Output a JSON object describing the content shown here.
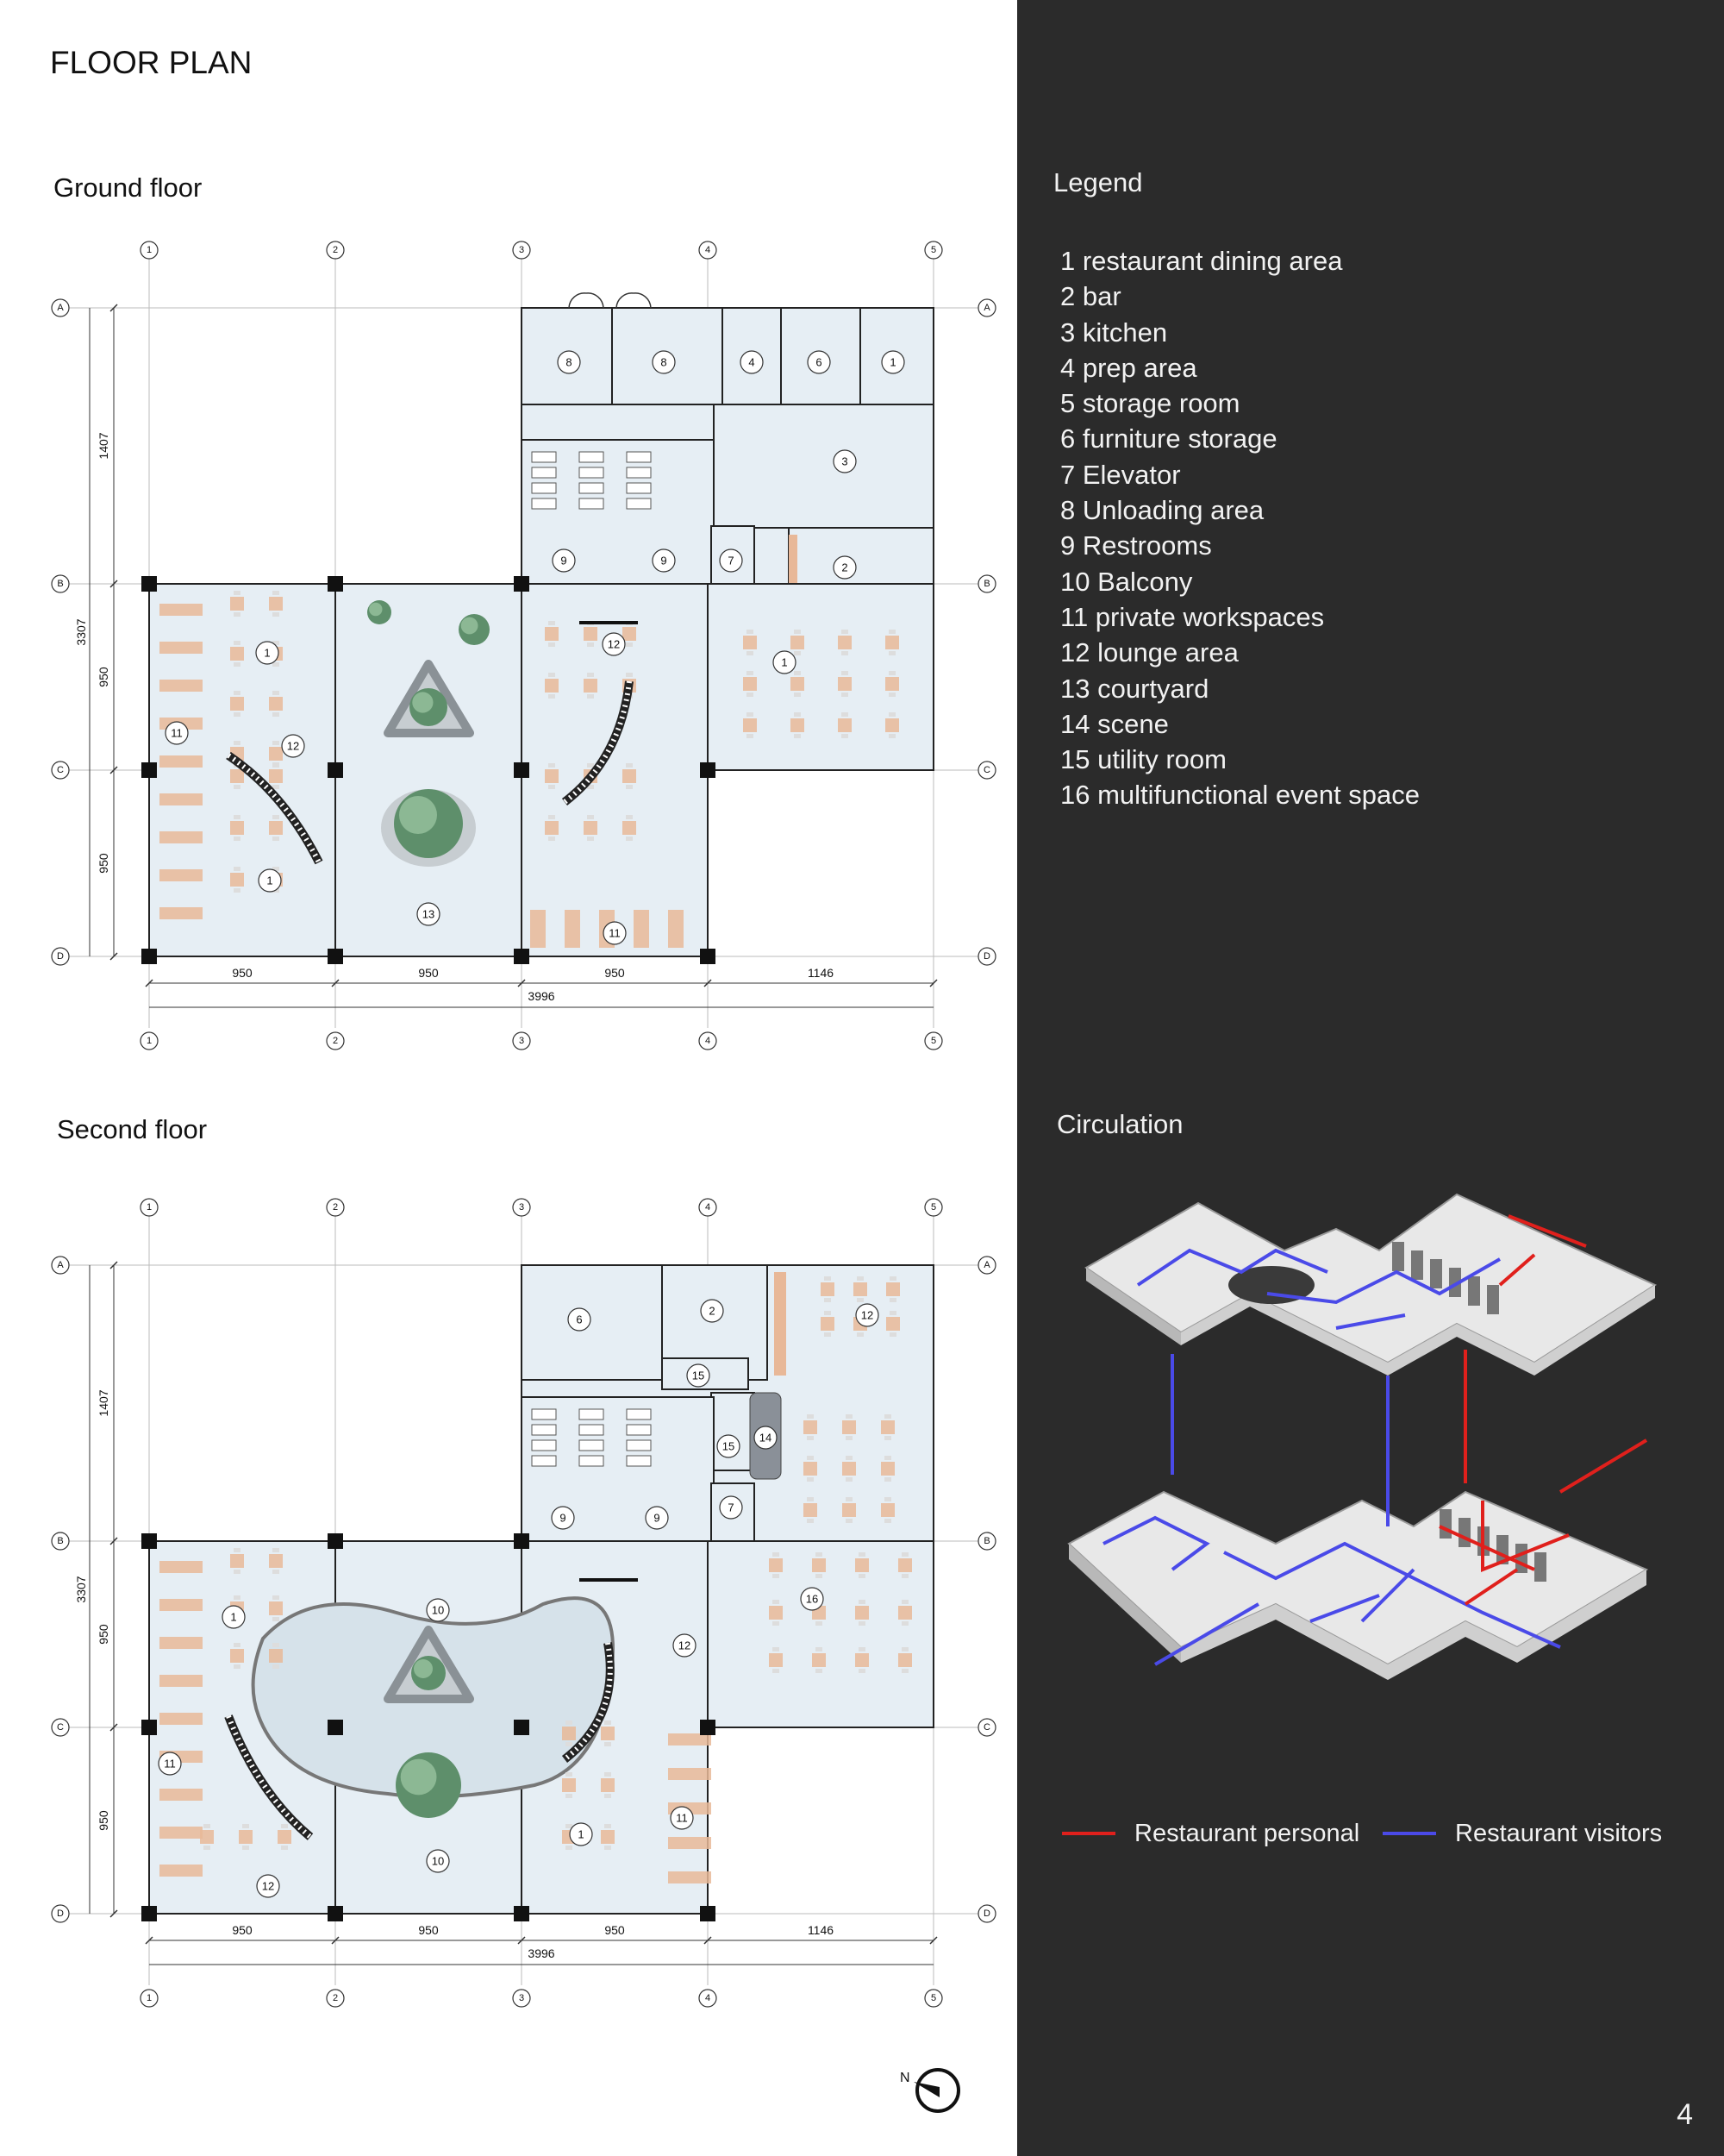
{
  "page": {
    "title": "FLOOR PLAN",
    "number": "4"
  },
  "ground_floor": {
    "title": "Ground floor"
  },
  "second_floor": {
    "title": "Second floor"
  },
  "grid": {
    "columns": [
      "1",
      "2",
      "3",
      "4",
      "5"
    ],
    "rows": [
      "A",
      "B",
      "C",
      "D"
    ],
    "dims_x": [
      "950",
      "950",
      "950",
      "1146"
    ],
    "total_x": "3996",
    "dims_y": [
      "1407",
      "950",
      "950"
    ],
    "total_y": "3307"
  },
  "legend": {
    "title": "Legend",
    "items": [
      "1  restaurant dining area",
      "2  bar",
      "3  kitchen",
      "4  prep area",
      "5  storage room",
      "6  furniture storage",
      "7  Elevator",
      "8  Unloading area",
      "9   Restrooms",
      "10 Balcony",
      "11 private workspaces",
      "12 lounge area",
      "13 courtyard",
      "14 scene",
      "15 utility room",
      "16 multifunctional event space"
    ]
  },
  "ground_labels": [
    "8",
    "8",
    "4",
    "6",
    "1",
    "3",
    "9",
    "9",
    "7",
    "2",
    "12",
    "1",
    "1",
    "12",
    "11",
    "1",
    "13",
    "11"
  ],
  "second_labels": [
    "6",
    "2",
    "12",
    "15",
    "15",
    "14",
    "9",
    "9",
    "7",
    "10",
    "1",
    "12",
    "16",
    "11",
    "10",
    "1",
    "11",
    "12"
  ],
  "circulation": {
    "title": "Circulation",
    "personal_label": "Restaurant personal",
    "visitors_label": "Restaurant visitors",
    "personal_color": "#e0201c",
    "visitors_color": "#4a4ae8"
  },
  "north_label": "N",
  "colors": {
    "room_fill": "#e6eef4",
    "panel_bg": "#2b2b2b",
    "furniture": "#e8b898"
  }
}
